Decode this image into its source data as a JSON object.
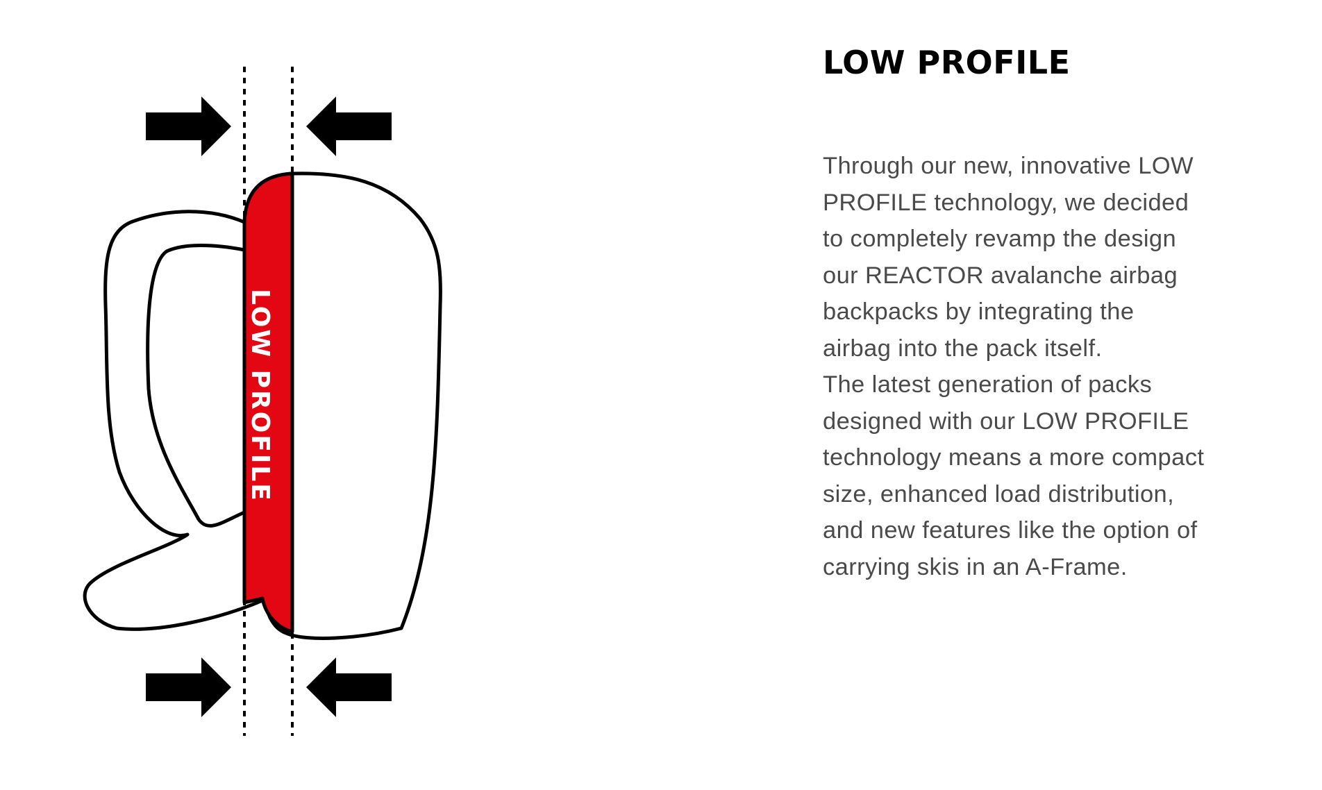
{
  "colors": {
    "accent": "#e30613",
    "outline": "#000000",
    "text": "#4a4a4a",
    "title": "#000000",
    "background": "#ffffff"
  },
  "diagram": {
    "band_label": "LOW PROFILE",
    "icons": [
      "arrow-right-icon",
      "arrow-left-icon",
      "backpack-outline-icon"
    ]
  },
  "content": {
    "title": "LOW PROFILE",
    "paragraph1_lines": [
      "Through our new, innovative LOW",
      "PROFILE technology, we decided",
      "to completely revamp the design",
      "our REACTOR avalanche airbag",
      "backpacks by integrating the",
      "airbag into the pack itself."
    ],
    "paragraph2_lines": [
      "The latest generation of packs",
      "designed with our LOW PROFILE",
      "technology means a more compact",
      "size, enhanced load distribution,",
      "and new features like the option of",
      "carrying skis in an A-Frame."
    ]
  }
}
